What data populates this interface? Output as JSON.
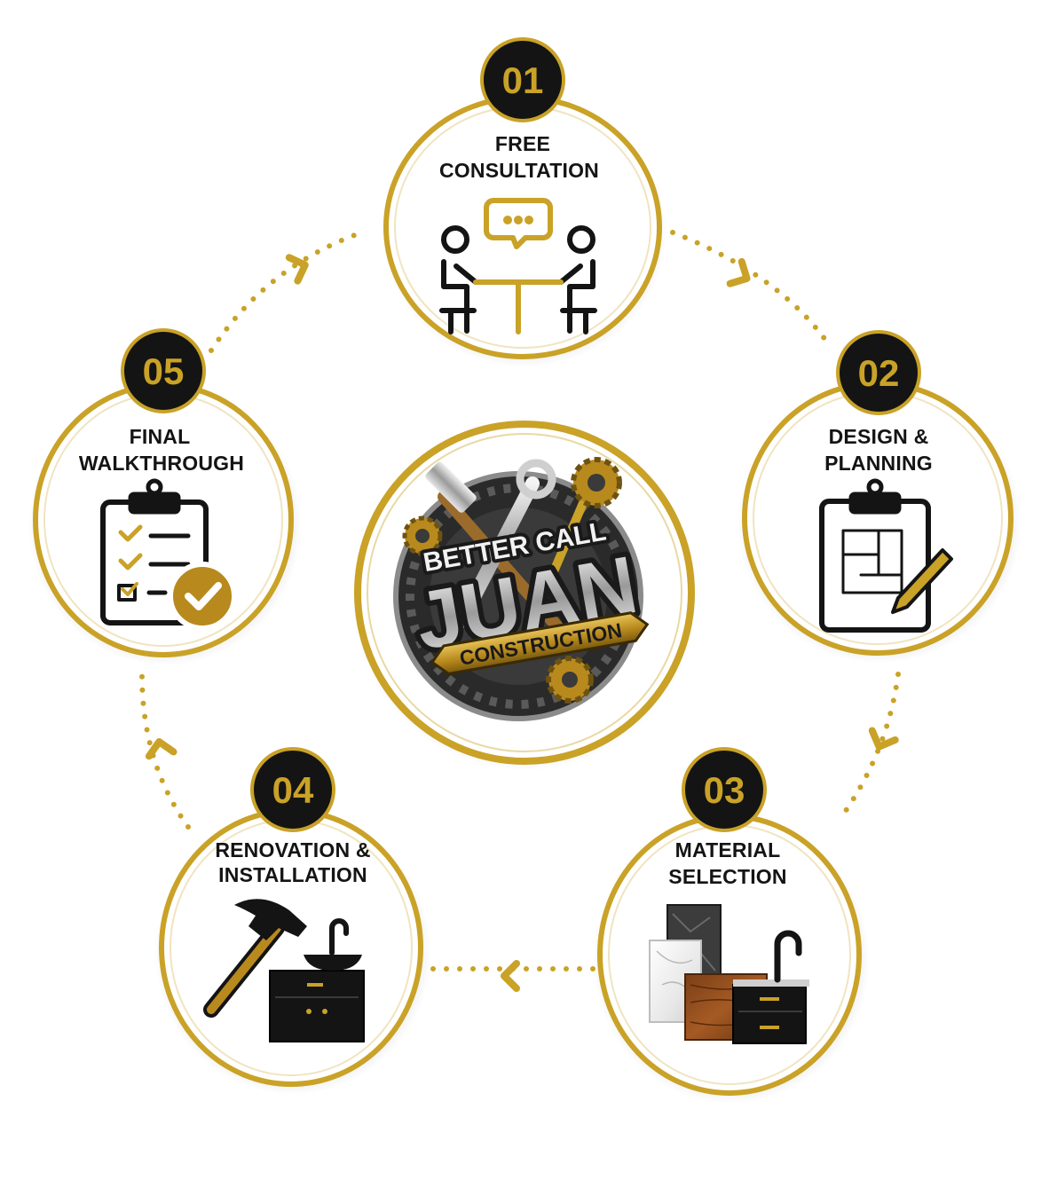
{
  "colors": {
    "gold": "#c9a227",
    "gold_dark": "#a27d15",
    "black": "#141414",
    "white": "#ffffff"
  },
  "logo": {
    "line1": "BETTER CALL",
    "line2": "JUAN",
    "ribbon": "CONSTRUCTION",
    "icon": "tools-gears-badge-icon"
  },
  "steps": [
    {
      "number": "01",
      "title": [
        "FREE",
        "CONSULTATION"
      ],
      "icon": "consultation-meeting-icon"
    },
    {
      "number": "02",
      "title": [
        "DESIGN &",
        "PLANNING"
      ],
      "icon": "clipboard-blueprint-pencil-icon"
    },
    {
      "number": "03",
      "title": [
        "MATERIAL",
        "SELECTION"
      ],
      "icon": "material-samples-vanity-icon"
    },
    {
      "number": "04",
      "title": [
        "RENOVATION &",
        "INSTALLATION"
      ],
      "icon": "hammer-vanity-icon"
    },
    {
      "number": "05",
      "title": [
        "FINAL",
        "WALKTHROUGH"
      ],
      "icon": "checklist-clipboard-icon"
    }
  ]
}
